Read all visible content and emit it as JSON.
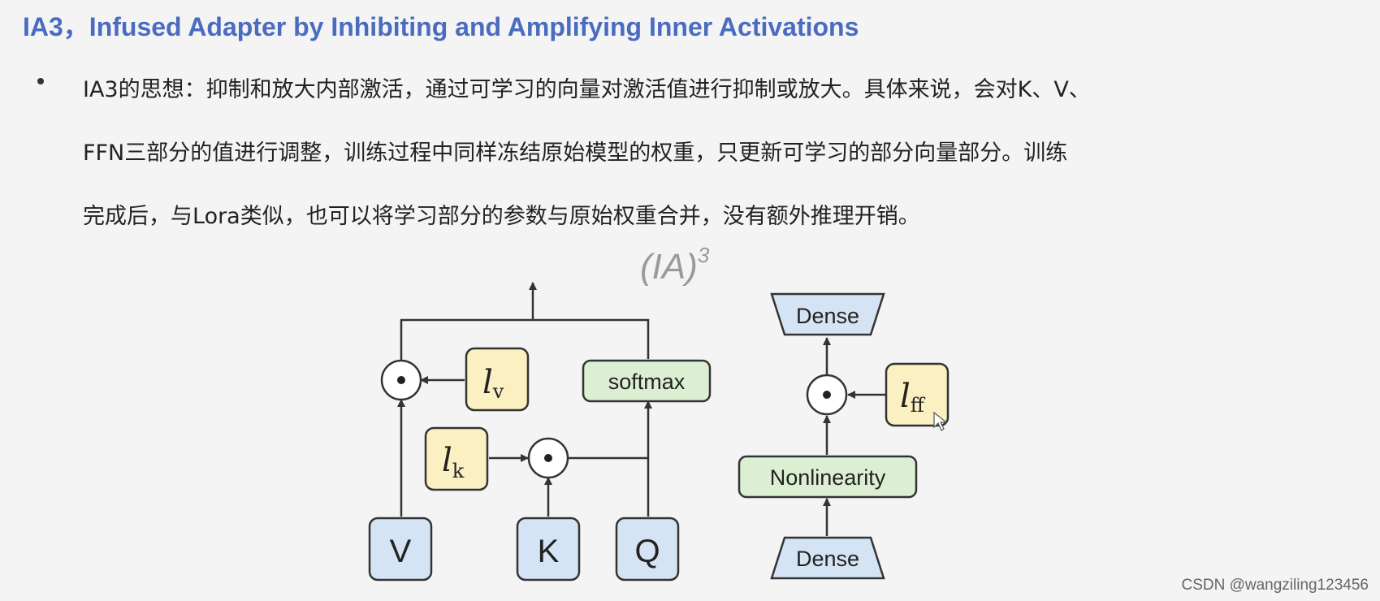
{
  "page": {
    "title": "IA3，Infused Adapter by Inhibiting and Amplifying Inner Activations",
    "paragraph_lines": [
      "IA3的思想：抑制和放大内部激活，通过可学习的向量对激活值进行抑制或放大。具体来说，会对K、V、",
      "FFN三部分的值进行调整，训练过程中同样冻结原始模型的权重，只更新可学习的部分向量部分。训练",
      "完成后，与Lora类似，也可以将学习部分的参数与原始权重合并，没有额外推理开销。"
    ],
    "watermark": "CSDN @wangziling123456"
  },
  "diagram": {
    "title_base": "(IA)",
    "title_sup": "3",
    "attention": {
      "inputs": [
        "V",
        "K",
        "Q"
      ],
      "l_v": {
        "base": "l",
        "sub": "v"
      },
      "l_k": {
        "base": "l",
        "sub": "k"
      },
      "softmax": "softmax",
      "multiply_symbol": "⊙"
    },
    "ffn": {
      "dense_top": "Dense",
      "dense_bottom": "Dense",
      "nonlinearity": "Nonlinearity",
      "l_ff": {
        "base": "l",
        "sub": "ff"
      }
    },
    "colors": {
      "blue_fill": "#d4e4f4",
      "green_fill": "#dcefd2",
      "yellow_fill": "#fbf0c2",
      "stroke": "#333333",
      "title_gray": "#9a9a9a"
    }
  }
}
